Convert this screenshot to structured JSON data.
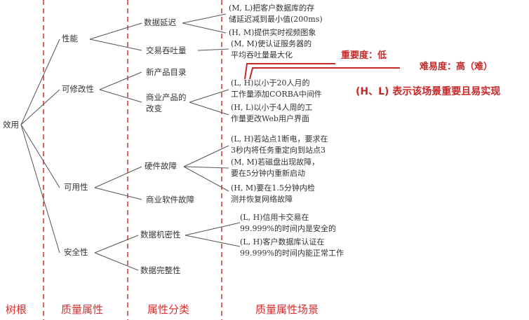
{
  "root": "效用",
  "attributes": [
    "性能",
    "可修改性",
    "可用性",
    "安全性"
  ],
  "refinements": [
    "数据延迟",
    "交易吞吐量",
    "新产品目录",
    "商业产品的改变",
    "硬件故障",
    "商业软件故障",
    "数据机密性",
    "数据完整性"
  ],
  "scenarios": [
    [
      "(M, L)把客户数据库的存",
      "储延迟减到最小值(200ms)"
    ],
    [
      "(H, M)提供实时视频图象"
    ],
    [
      "(M, M)使认证服务器的",
      "平均吞吐量最大化"
    ],
    [
      "(L, H)以小于20人月的",
      "工作量添加CORBA中间件"
    ],
    [
      "(H, L)以小于4人周的工",
      "作量更改Web用户界面"
    ],
    [
      "(L, H)若站点1断电，要求在",
      "3秒内将任务重定向到站点3"
    ],
    [
      "(M, M)若磁盘出现故障，",
      "要在5分钟内重新启动"
    ],
    [
      "(H, M)要在1.5分钟内检",
      "测并恢复网络故障"
    ],
    [
      "(L, H)信用卡交易在",
      "99.999%的时间内是安全的"
    ],
    [
      "(L, H)客户数据库认证在",
      "99.999%的时间内能正常工作"
    ]
  ],
  "columns": [
    "树根",
    "质量属性",
    "属性分类",
    "质量属性场景"
  ],
  "annotations": {
    "importance": "重要度：低",
    "difficulty": "难易度：高（难）",
    "explanation": "(H、L) 表示该场景重要且易实现"
  },
  "colors": {
    "divider": "#d32f2f",
    "annotation": "#c62828",
    "line": "#555555",
    "text": "#333333"
  }
}
